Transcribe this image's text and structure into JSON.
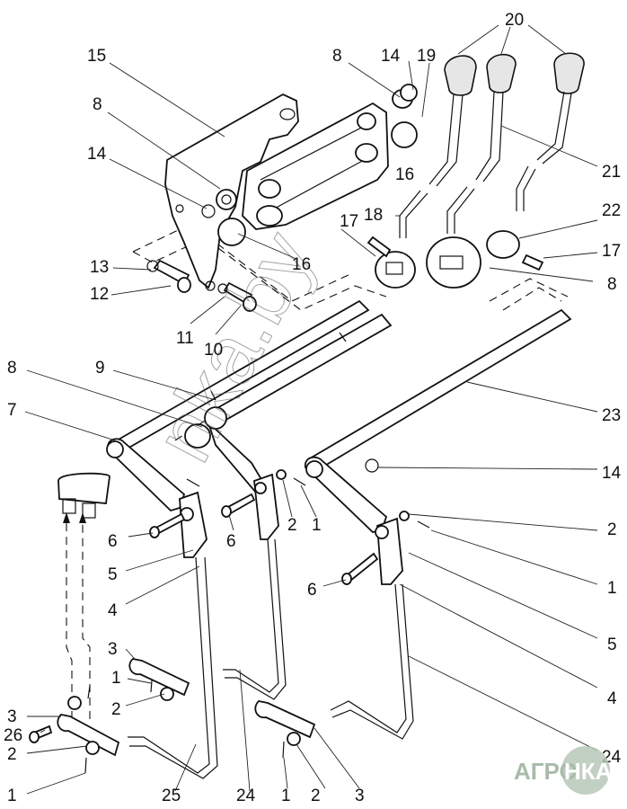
{
  "diagram": {
    "title": "Gear shift control linkage - exploded parts view",
    "watermark": "nka.by",
    "logo": {
      "left": "АГРО",
      "right": "НКА",
      "color": "#a9bba9"
    },
    "callouts": [
      {
        "id": "c15",
        "label": "15"
      },
      {
        "id": "c8a",
        "label": "8"
      },
      {
        "id": "c14a",
        "label": "14"
      },
      {
        "id": "c8b",
        "label": "8"
      },
      {
        "id": "c14b",
        "label": "14"
      },
      {
        "id": "c19",
        "label": "19"
      },
      {
        "id": "c20",
        "label": "20"
      },
      {
        "id": "c21",
        "label": "21"
      },
      {
        "id": "c16a",
        "label": "16"
      },
      {
        "id": "c16b",
        "label": "16"
      },
      {
        "id": "c22",
        "label": "22"
      },
      {
        "id": "c17a",
        "label": "17"
      },
      {
        "id": "c18",
        "label": "18"
      },
      {
        "id": "c17b",
        "label": "17"
      },
      {
        "id": "c13",
        "label": "13"
      },
      {
        "id": "c12",
        "label": "12"
      },
      {
        "id": "c8c",
        "label": "8"
      },
      {
        "id": "c11",
        "label": "11"
      },
      {
        "id": "c10",
        "label": "10"
      },
      {
        "id": "c8d",
        "label": "8"
      },
      {
        "id": "c9",
        "label": "9"
      },
      {
        "id": "c23",
        "label": "23"
      },
      {
        "id": "c7",
        "label": "7"
      },
      {
        "id": "c14c",
        "label": "14"
      },
      {
        "id": "c2a",
        "label": "2"
      },
      {
        "id": "c1a",
        "label": "1"
      },
      {
        "id": "c2b",
        "label": "2"
      },
      {
        "id": "c6a",
        "label": "6"
      },
      {
        "id": "c6b",
        "label": "6"
      },
      {
        "id": "c1b",
        "label": "1"
      },
      {
        "id": "c5a",
        "label": "5"
      },
      {
        "id": "c6c",
        "label": "6"
      },
      {
        "id": "c4a",
        "label": "4"
      },
      {
        "id": "c5b",
        "label": "5"
      },
      {
        "id": "c3a",
        "label": "3"
      },
      {
        "id": "c1c",
        "label": "1"
      },
      {
        "id": "c2c",
        "label": "2"
      },
      {
        "id": "c4b",
        "label": "4"
      },
      {
        "id": "c3b",
        "label": "3"
      },
      {
        "id": "c26",
        "label": "26"
      },
      {
        "id": "c2d",
        "label": "2"
      },
      {
        "id": "c24a",
        "label": "24"
      },
      {
        "id": "c1d",
        "label": "1"
      },
      {
        "id": "c25",
        "label": "25"
      },
      {
        "id": "c24b",
        "label": "24"
      },
      {
        "id": "c1e",
        "label": "1"
      },
      {
        "id": "c2e",
        "label": "2"
      },
      {
        "id": "c3c",
        "label": "3"
      }
    ]
  }
}
